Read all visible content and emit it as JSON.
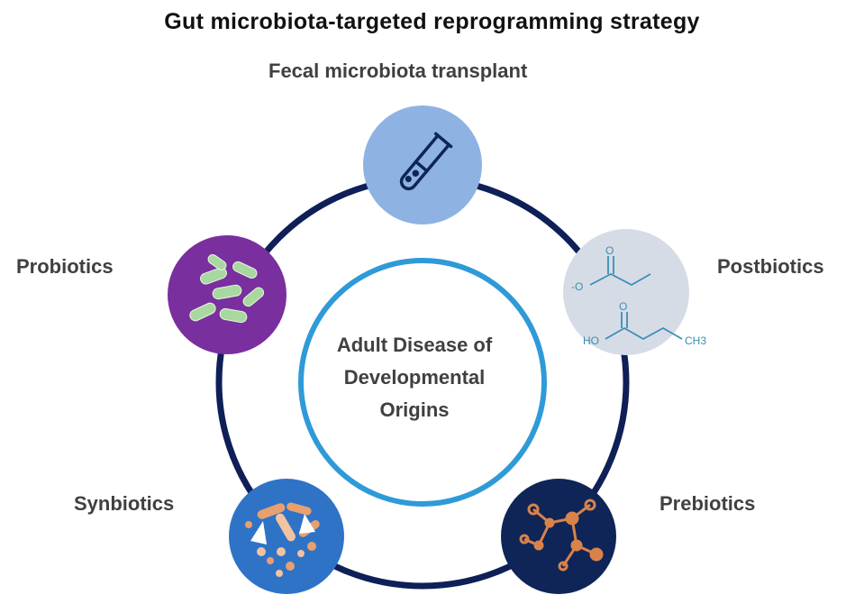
{
  "title": "Gut microbiota-targeted  reprogramming  strategy",
  "center": {
    "lines": [
      "Adult Disease of",
      "Developmental",
      "Origins"
    ]
  },
  "nodes": [
    {
      "id": "fmt",
      "label": "Fecal microbiota transplant",
      "icon": "test-tube-icon",
      "color": "#8eb3e3"
    },
    {
      "id": "postbiotics",
      "label": "Postbiotics",
      "icon": "chemical-structure-icon",
      "color": "#d6dce6",
      "chem_labels": [
        "O",
        "-O",
        "O",
        "HO",
        "CH3"
      ]
    },
    {
      "id": "prebiotics",
      "label": "Prebiotics",
      "icon": "molecule-network-icon",
      "color": "#0f2557"
    },
    {
      "id": "synbiotics",
      "label": "Synbiotics",
      "icon": "bacteria-mix-icon",
      "color": "#2f73c7"
    },
    {
      "id": "probiotics",
      "label": "Probiotics",
      "icon": "bacteria-rods-icon",
      "color": "#7a2f9e"
    }
  ],
  "colors": {
    "outer_ring": "#0f1f57",
    "inner_ring": "#2f9ad8",
    "label_text": "#404040"
  }
}
